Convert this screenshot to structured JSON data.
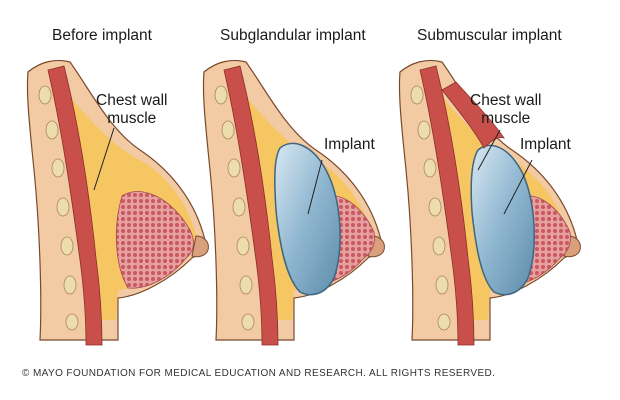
{
  "headings": [
    "Before implant",
    "Subglandular implant",
    "Submuscular implant"
  ],
  "labels": {
    "chest_wall_muscle": [
      "Chest wall",
      "muscle"
    ],
    "implant": "Implant"
  },
  "copyright": "© MAYO FOUNDATION FOR MEDICAL EDUCATION AND RESEARCH. ALL RIGHTS RESERVED.",
  "colors": {
    "skin": "#f2caa3",
    "skin_outline": "#7a4a2e",
    "fat": "#f5c661",
    "muscle": "#c9504a",
    "rib": "#eddcae",
    "gland": "#d06c70",
    "implant": "#8fb6d0"
  }
}
